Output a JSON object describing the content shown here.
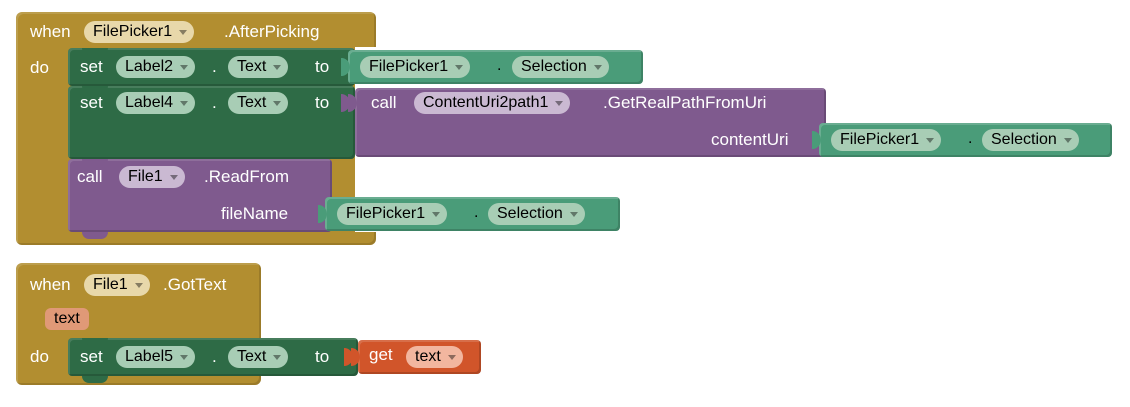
{
  "editor": {
    "name": "mit-app-inventor-blocks-editor",
    "background_color": "#ffffff"
  },
  "palette": {
    "event_gold": "#b28e30",
    "event_field": "#e8d8aa",
    "setter_green": "#2e6b46",
    "getter_green": "#4a9c79",
    "getter_field": "#a8cdb5",
    "caller_purple": "#7f5a8e",
    "caller_field": "#cab9d2",
    "variable_orange": "#d1552a",
    "variable_field": "#f2b69f",
    "param_badge": "#e09977"
  },
  "blocks": [
    {
      "id": "event-filepicker1-afterpicking",
      "type": "event",
      "keyword_when": "when",
      "component": "FilePicker1",
      "event_name": ".AfterPicking",
      "keyword_do": "do",
      "body": [
        {
          "id": "set-label2-text",
          "type": "setter",
          "keyword_set": "set",
          "component": "Label2",
          "dot": ".",
          "property": "Text",
          "keyword_to": "to",
          "value": {
            "id": "get-filepicker1-selection-1",
            "type": "getter",
            "component": "FilePicker1",
            "dot": ".",
            "property": "Selection"
          }
        },
        {
          "id": "set-label4-text",
          "type": "setter",
          "keyword_set": "set",
          "component": "Label4",
          "dot": ".",
          "property": "Text",
          "keyword_to": "to",
          "value": {
            "id": "call-contenturi2path1-getrealpathfromuri",
            "type": "caller",
            "keyword_call": "call",
            "component": "ContentUri2path1",
            "method": ".GetRealPathFromUri",
            "args": [
              {
                "name": "contentUri",
                "value": {
                  "id": "get-filepicker1-selection-2",
                  "type": "getter",
                  "component": "FilePicker1",
                  "dot": ".",
                  "property": "Selection"
                }
              }
            ]
          }
        },
        {
          "id": "call-file1-readfrom",
          "type": "caller",
          "keyword_call": "call",
          "component": "File1",
          "method": ".ReadFrom",
          "args": [
            {
              "name": "fileName",
              "value": {
                "id": "get-filepicker1-selection-3",
                "type": "getter",
                "component": "FilePicker1",
                "dot": ".",
                "property": "Selection"
              }
            }
          ]
        }
      ]
    },
    {
      "id": "event-file1-gottext",
      "type": "event",
      "keyword_when": "when",
      "component": "File1",
      "event_name": ".GotText",
      "parameter": "text",
      "keyword_do": "do",
      "body": [
        {
          "id": "set-label5-text",
          "type": "setter",
          "keyword_set": "set",
          "component": "Label5",
          "dot": ".",
          "property": "Text",
          "keyword_to": "to",
          "value": {
            "id": "get-text-variable",
            "type": "variable-get",
            "keyword_get": "get",
            "variable": "text"
          }
        }
      ]
    }
  ]
}
